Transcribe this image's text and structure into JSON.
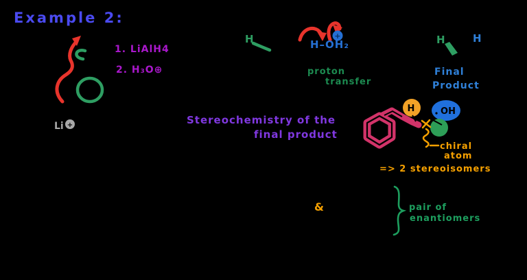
{
  "colors": {
    "background": "#000000",
    "title_blue": "#4a4af0",
    "reagent_magenta": "#aa18cc",
    "lithium_gray": "#a8a8a8",
    "arrow_red": "#e8342c",
    "bond_green": "#2e9e62",
    "caption_green": "#1c8a50",
    "water_blue": "#2570d4",
    "product_blue": "#2f80d8",
    "stereo_purple": "#8038e0",
    "molecule_pink": "#d23369",
    "badge_orange": "#f2a227",
    "badge_blue": "#2070dd",
    "badge_green": "#2d9e57",
    "chiral_orange": "#f5a000",
    "enantiomer_green": "#1d9e5e"
  },
  "title": "Example 2:",
  "reagents": {
    "step1": "1. LiAlH4",
    "step2": "2. H₃O⊕"
  },
  "lithium": {
    "label": "Li",
    "charge": "+"
  },
  "proton_transfer": {
    "hydrogen": "H",
    "hydronium": "H–OH₂",
    "charge": "+",
    "caption_line1": "proton",
    "caption_line2": "transfer"
  },
  "final_product": {
    "hydrogen_left": "H",
    "hydrogen_right": "H",
    "caption_line1": "Final",
    "caption_line2": "Product"
  },
  "stereochemistry": {
    "heading_line1": "Stereochemistry of  the",
    "heading_line2": "final product",
    "h_badge": "H",
    "oh_badge": "OH",
    "chiral_line1": "chiral",
    "chiral_line2": "atom",
    "conclusion": "=> 2  stereoisomers",
    "ampersand": "&",
    "pair_line1": "pair of",
    "pair_line2": "enantiomers"
  }
}
